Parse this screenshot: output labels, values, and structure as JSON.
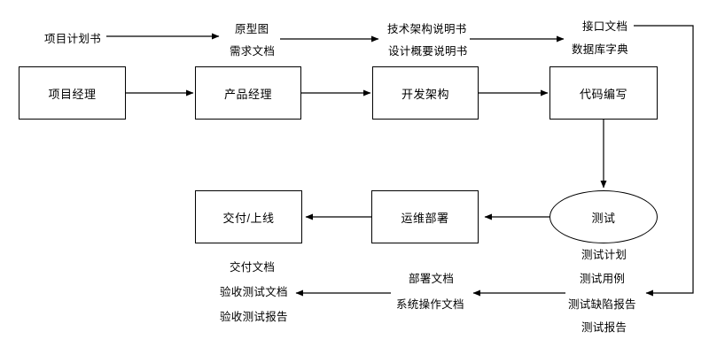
{
  "canvas": {
    "background": "#ffffff",
    "line_color": "#000000",
    "text_color": "#000000"
  },
  "nodes": {
    "project_manager": {
      "label": "项目经理",
      "shape": "rect"
    },
    "product_manager": {
      "label": "产品经理",
      "shape": "rect"
    },
    "dev_architecture": {
      "label": "开发架构",
      "shape": "rect"
    },
    "coding": {
      "label": "代码编写",
      "shape": "rect"
    },
    "testing": {
      "label": "测试",
      "shape": "ellipse"
    },
    "ops_deployment": {
      "label": "运维部署",
      "shape": "rect"
    },
    "delivery_launch": {
      "label": "交付/上线",
      "shape": "rect"
    }
  },
  "artifacts": {
    "project_plan": "项目计划书",
    "prototype": "原型图",
    "requirements_doc": "需求文档",
    "tech_architecture_spec": "技术架构说明书",
    "design_summary_spec": "设计概要说明书",
    "interface_doc": "接口文档",
    "database_dictionary": "数据库字典",
    "test_plan": "测试计划",
    "test_cases": "测试用例",
    "defect_report": "测试缺陷报告",
    "test_report": "测试报告",
    "deployment_doc": "部署文档",
    "system_operation_doc": "系统操作文档",
    "delivery_doc": "交付文档",
    "acceptance_test_doc": "验收测试文档",
    "acceptance_test_report": "验收测试报告"
  }
}
